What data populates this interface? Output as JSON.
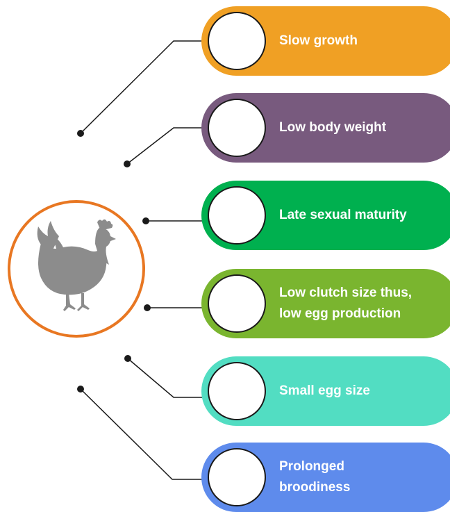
{
  "hen": {
    "icon": "hen-silhouette-icon",
    "ring_color": "#E87722",
    "fill_color": "#8C8C8C"
  },
  "traits": [
    {
      "label": "Slow growth",
      "color": "#F0A024"
    },
    {
      "label": "Low body weight",
      "color": "#785A7E"
    },
    {
      "label": "Late sexual maturity",
      "color": "#00B04F"
    },
    {
      "label": "Low clutch size thus,\nlow egg production",
      "color": "#7AB52F"
    },
    {
      "label": "Small egg size",
      "color": "#52DDC2"
    },
    {
      "label": "Prolonged\nbroodiness",
      "color": "#5E8BEC"
    }
  ]
}
